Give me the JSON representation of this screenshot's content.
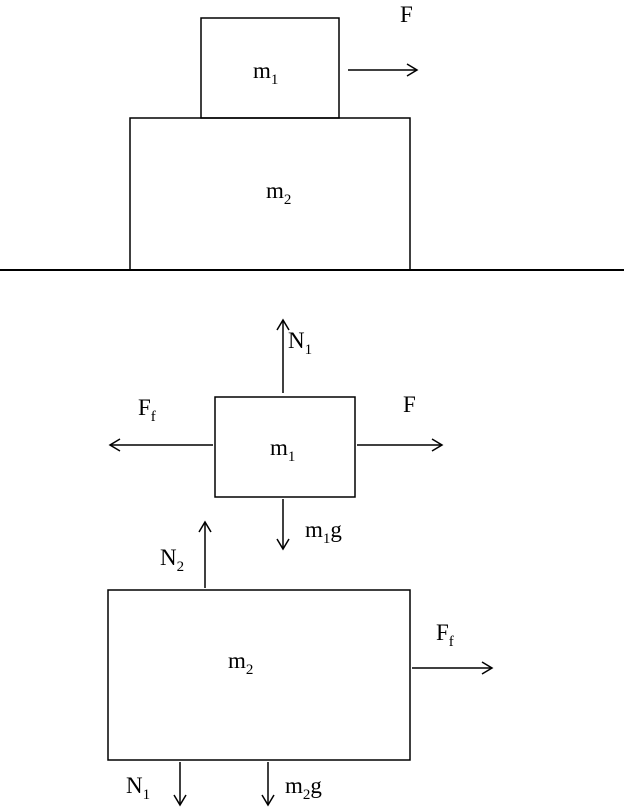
{
  "colors": {
    "stroke": "#000000",
    "background": "#ffffff"
  },
  "scene": {
    "m1_label": {
      "base": "m",
      "sub": "1"
    },
    "m2_label": {
      "base": "m",
      "sub": "2"
    },
    "force_label": "F"
  },
  "fbd_m1": {
    "block_label": {
      "base": "m",
      "sub": "1"
    },
    "normal_label": {
      "base": "N",
      "sub": "1"
    },
    "friction_label": {
      "base": "F",
      "sub": "f"
    },
    "applied_label": "F",
    "weight_label": {
      "base": "m",
      "sub": "1",
      "post": "g"
    }
  },
  "fbd_m2": {
    "block_label": {
      "base": "m",
      "sub": "2"
    },
    "normal_label": {
      "base": "N",
      "sub": "2"
    },
    "friction_label": {
      "base": "F",
      "sub": "f"
    },
    "normal_from_m1_label": {
      "base": "N",
      "sub": "1"
    },
    "weight_label": {
      "base": "m",
      "sub": "2",
      "post": "g"
    }
  }
}
